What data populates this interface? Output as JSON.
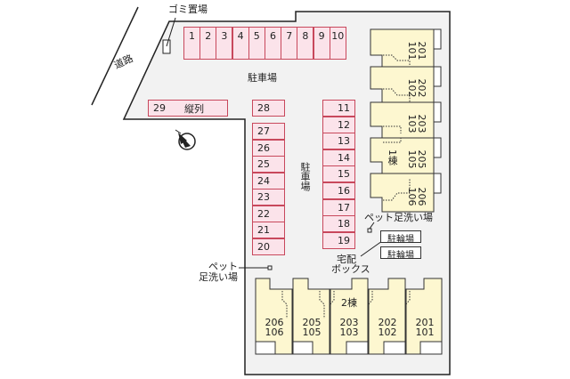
{
  "labels": {
    "road": "道路",
    "garbage": "ゴミ置場",
    "parking_top": "駐車場",
    "parking_mid": "駐車場",
    "pet_wash_right": "ペット足洗い場",
    "pet_wash_left_1": "ペット",
    "pet_wash_left_2": "足洗い場",
    "delivery_1": "宅配",
    "delivery_2": "ボックス",
    "bike_1": "駐輪場",
    "bike_2": "駐輪場",
    "tandem": "縦列"
  },
  "parking": {
    "top_row": [
      "1",
      "2",
      "3",
      "4",
      "5",
      "6",
      "7",
      "8",
      "9",
      "10"
    ],
    "middle_col": [
      "28",
      "27",
      "26",
      "25",
      "24",
      "23",
      "22",
      "21",
      "20"
    ],
    "right_col": [
      "11",
      "12",
      "13",
      "14",
      "15",
      "16",
      "17",
      "18",
      "19"
    ],
    "tandem_spot": "29"
  },
  "building1": {
    "name": "1棟",
    "units": [
      {
        "upper": "201",
        "lower": "101"
      },
      {
        "upper": "202",
        "lower": "102"
      },
      {
        "upper": "203",
        "lower": "103"
      },
      {
        "upper": "205",
        "lower": "105"
      },
      {
        "upper": "206",
        "lower": "106"
      }
    ]
  },
  "building2": {
    "name": "2棟",
    "units": [
      {
        "upper": "206",
        "lower": "106"
      },
      {
        "upper": "205",
        "lower": "105"
      },
      {
        "upper": "203",
        "lower": "103"
      },
      {
        "upper": "202",
        "lower": "102"
      },
      {
        "upper": "201",
        "lower": "101"
      }
    ]
  },
  "colors": {
    "site_fill": "#f2f2f2",
    "parking_fill": "#fbe3ea",
    "parking_border": "#c8485c",
    "unit_fill": "#fdf7d0"
  }
}
